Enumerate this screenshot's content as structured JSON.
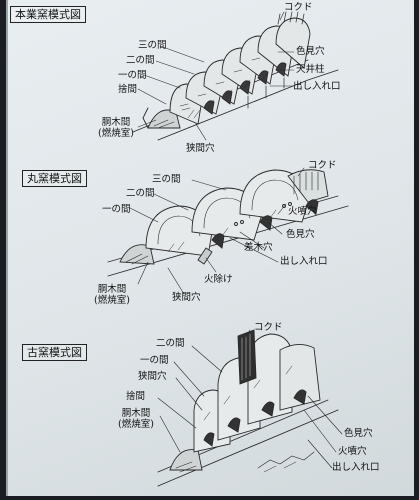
{
  "diagram_1": {
    "title": "本業窯模式図",
    "labels": {
      "kokudo": "コクド",
      "sanno_ma": "三の間",
      "irome_ana": "色見穴",
      "nino_ma": "二の間",
      "tenjo_bashira": "天井柱",
      "ichino_ma": "一の間",
      "sute_ma": "捨間",
      "dashi_ireguchi": "出し入れ口",
      "dougi_ma": "胴木間",
      "nensho_shitsu": "(燃焼室)",
      "semaguchi_ana": "狭間穴"
    }
  },
  "diagram_2": {
    "title": "丸窯模式図",
    "labels": {
      "kokudo": "コクド",
      "sanno_ma": "三の間",
      "nino_ma": "二の間",
      "ichino_ma": "一の間",
      "hifuki_ana": "火噴穴",
      "irome_ana": "色見穴",
      "sashiki_ana": "差木穴",
      "dashi_ireguchi": "出し入れ口",
      "hiyoke": "火除け",
      "dougi_ma": "胴木間",
      "nensho_shitsu": "(燃焼室)",
      "semaguchi_ana": "狭間穴"
    }
  },
  "diagram_3": {
    "title": "古窯模式図",
    "labels": {
      "kokudo": "コクド",
      "nino_ma": "二の間",
      "ichino_ma": "一の間",
      "semaguchi_ana": "狭間穴",
      "sute_ma": "捨間",
      "dougi_ma": "胴木間",
      "nensho_shitsu": "(燃焼室)",
      "irome_ana": "色見穴",
      "hifuki_ana": "火噴穴",
      "dashi_ireguchi": "出し入れ口"
    }
  }
}
